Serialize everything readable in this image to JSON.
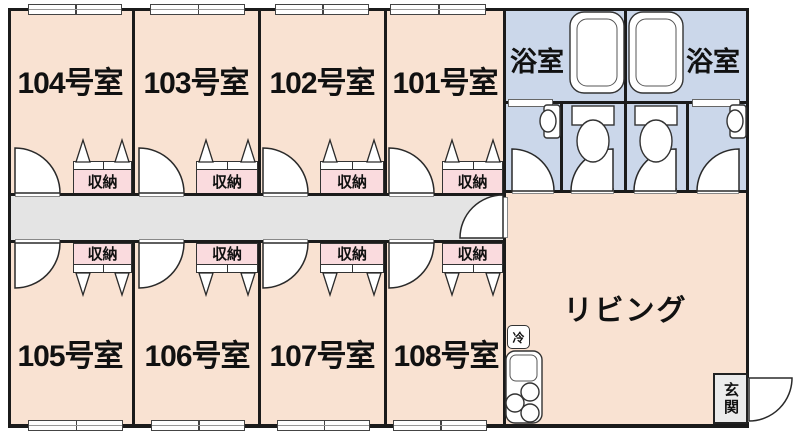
{
  "rooms": [
    {
      "label": "104号室"
    },
    {
      "label": "103号室"
    },
    {
      "label": "102号室"
    },
    {
      "label": "101号室"
    },
    {
      "label": "105号室"
    },
    {
      "label": "106号室"
    },
    {
      "label": "107号室"
    },
    {
      "label": "108号室"
    }
  ],
  "closet": {
    "label": "収納"
  },
  "wet_area": {
    "bath_label": "浴室"
  },
  "living": {
    "label": "リビング",
    "fridge_label": "冷"
  },
  "entrance": {
    "label": "玄関"
  },
  "colors": {
    "room_fill": "#F9E2D2",
    "closet_fill": "#FADBDE",
    "wet_fill": "#CBD7EA",
    "corridor_fill": "#E4E4E4",
    "wall": "#1B1B1B",
    "entrance_fill": "#EBEBEB"
  }
}
